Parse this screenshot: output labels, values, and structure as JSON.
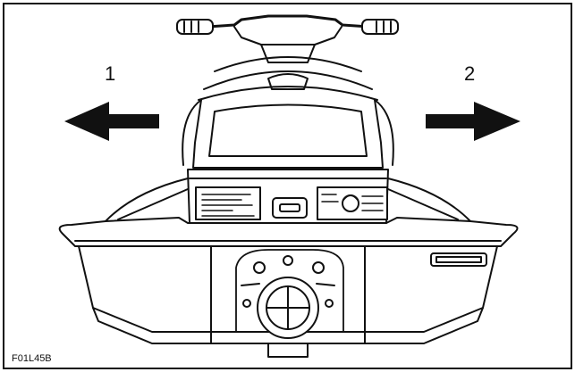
{
  "figure": {
    "label_left": "1",
    "label_right": "2",
    "reference_code": "F01L45B"
  },
  "arrows": {
    "left": {
      "direction": "left",
      "color": "#111111"
    },
    "right": {
      "direction": "right",
      "color": "#111111"
    }
  },
  "colors": {
    "line": "#111111",
    "background": "#ffffff"
  }
}
